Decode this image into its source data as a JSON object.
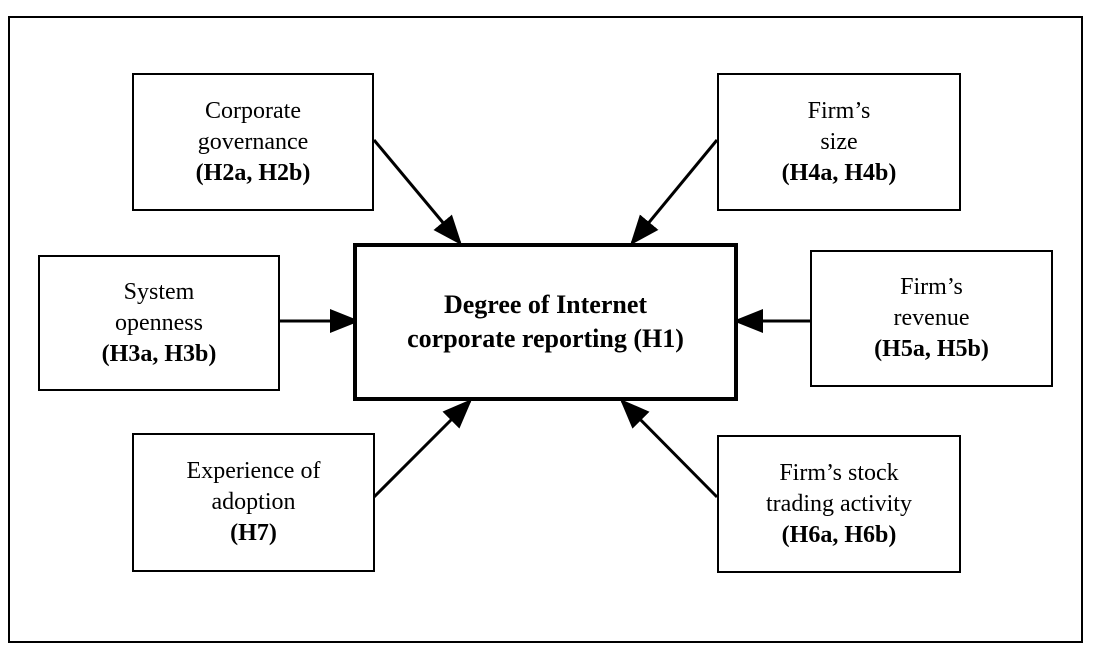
{
  "center": {
    "line1": "Degree of Internet",
    "line2": "corporate reporting (H1)"
  },
  "factors": {
    "governance": {
      "line1": "Corporate",
      "line2": "governance",
      "code": "(H2a, H2b)"
    },
    "size": {
      "line1": "Firm’s",
      "line2": "size",
      "code": "(H4a, H4b)"
    },
    "openness": {
      "line1": "System",
      "line2": "openness",
      "code": "(H3a, H3b)"
    },
    "revenue": {
      "line1": "Firm’s",
      "line2": "revenue",
      "code": "(H5a, H5b)"
    },
    "experience": {
      "line1": "Experience of",
      "line2": "adoption",
      "code": "(H7)"
    },
    "stock": {
      "line1": "Firm’s stock",
      "line2": "trading activity",
      "code": "(H6a, H6b)"
    }
  }
}
